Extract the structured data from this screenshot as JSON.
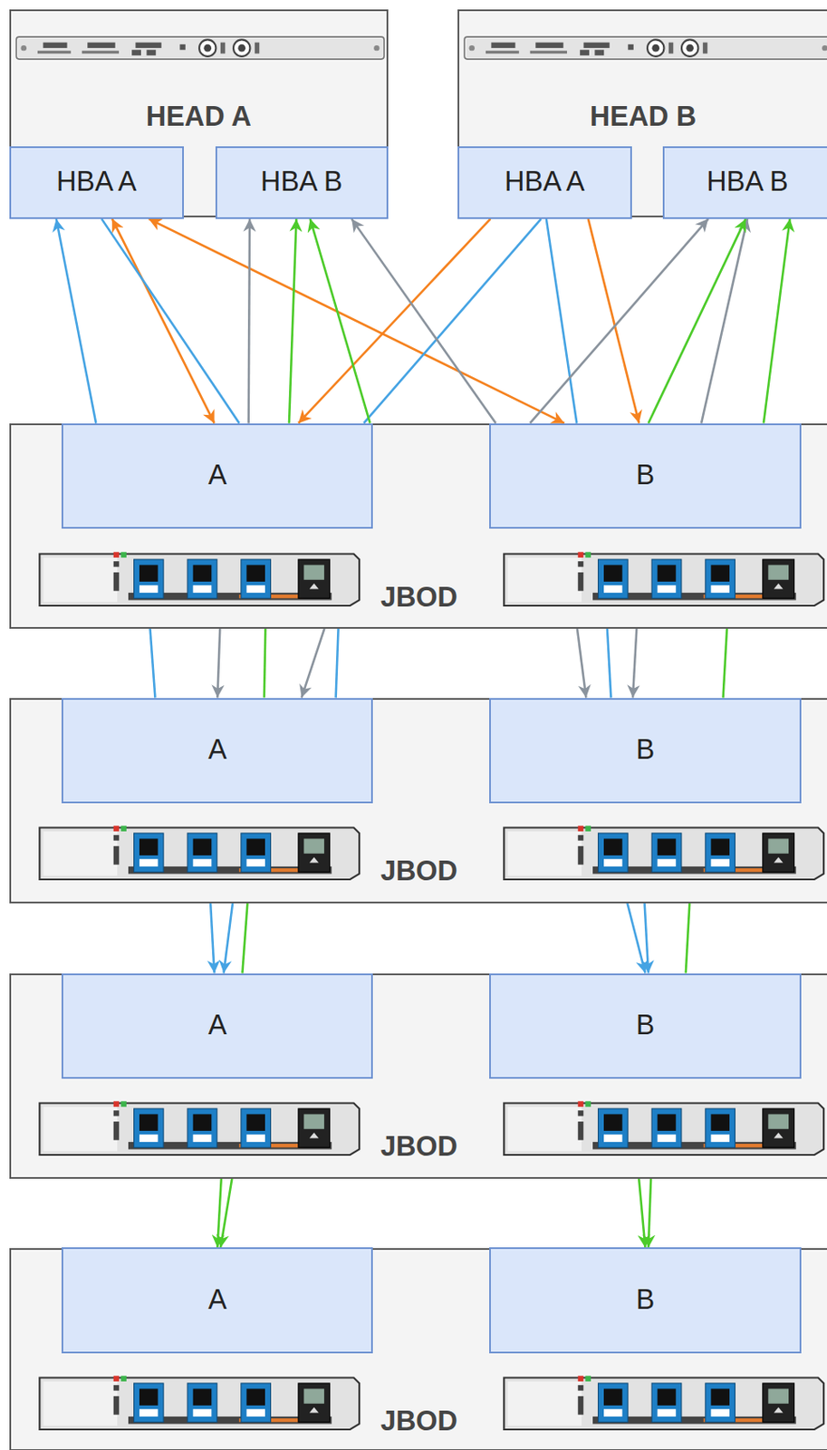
{
  "diagram": {
    "nodes": [
      {
        "text": [
          "HEAD A"
        ]
      },
      {
        "text": [
          "HBA A"
        ],
        "in": 0
      },
      {
        "text": [
          "HBA B"
        ],
        "in": 0
      },
      {
        "text": [
          "HEAD B"
        ]
      },
      {
        "text": [
          "HBA A"
        ],
        "in": 3
      },
      {
        "text": [
          "HBA B"
        ],
        "in": 3
      },
      {
        "text": [
          "JBOD"
        ]
      },
      {
        "text": [
          "A"
        ],
        "in": 6
      },
      {
        "text": [
          "B"
        ],
        "in": 6
      },
      {
        "text": [
          "JBOD"
        ]
      },
      {
        "text": [
          "A"
        ],
        "in": 9
      },
      {
        "text": [
          "B"
        ],
        "in": 9
      },
      {
        "text": [
          "JBOD"
        ]
      },
      {
        "text": [
          "A"
        ],
        "in": 12
      },
      {
        "text": [
          "B"
        ],
        "in": 12
      },
      {
        "text": [
          "JBOD"
        ]
      },
      {
        "text": [
          "A"
        ],
        "in": 15
      },
      {
        "text": [
          "B"
        ],
        "in": 15
      }
    ],
    "edges": [
      {
        "from": 7,
        "to": 1,
        "arrow": "to"
      },
      {
        "from": 1,
        "to": 7,
        "arrow": "both"
      },
      {
        "from": 1,
        "to": 8,
        "arrow": "both"
      },
      {
        "from": 4,
        "to": 7,
        "arrow": "to"
      },
      {
        "from": 4,
        "to": 8,
        "arrow": "to"
      },
      {
        "from": 4,
        "to": 7,
        "arrow": "none"
      },
      {
        "from": 4,
        "to": 8,
        "arrow": "none"
      },
      {
        "from": 1,
        "to": 7,
        "arrow": "none"
      },
      {
        "from": 7,
        "to": 2,
        "arrow": "to"
      },
      {
        "from": 8,
        "to": 2,
        "arrow": "to"
      },
      {
        "from": 8,
        "to": 5,
        "arrow": "to"
      },
      {
        "from": 8,
        "to": 5,
        "arrow": "to"
      },
      {
        "from": 7,
        "to": 2,
        "arrow": "to"
      },
      {
        "from": 7,
        "to": 2,
        "arrow": "to"
      },
      {
        "from": 8,
        "to": 5,
        "arrow": "to"
      },
      {
        "from": 8,
        "to": 5,
        "arrow": "to"
      },
      {
        "from": 7,
        "to": 10,
        "arrow": "to"
      },
      {
        "from": 7,
        "to": 10,
        "arrow": "to"
      },
      {
        "from": 8,
        "to": 11,
        "arrow": "to"
      },
      {
        "from": 8,
        "to": 11,
        "arrow": "to"
      },
      {
        "from": 7,
        "to": 10,
        "arrow": "none"
      },
      {
        "from": 7,
        "to": 10,
        "arrow": "none"
      },
      {
        "from": 8,
        "to": 11,
        "arrow": "none"
      },
      {
        "from": 7,
        "to": 10,
        "arrow": "none"
      },
      {
        "from": 8,
        "to": 11,
        "arrow": "none"
      },
      {
        "from": 10,
        "to": 13,
        "arrow": "to"
      },
      {
        "from": 10,
        "to": 13,
        "arrow": "to"
      },
      {
        "from": 10,
        "to": 13,
        "arrow": "none"
      },
      {
        "from": 11,
        "to": 14,
        "arrow": "to"
      },
      {
        "from": 11,
        "to": 14,
        "arrow": "to"
      },
      {
        "from": 11,
        "to": 14,
        "arrow": "none"
      },
      {
        "from": 13,
        "to": 16,
        "arrow": "to"
      },
      {
        "from": 13,
        "to": 16,
        "arrow": "to"
      },
      {
        "from": 14,
        "to": 17,
        "arrow": "to"
      },
      {
        "from": 14,
        "to": 17,
        "arrow": "to"
      }
    ]
  }
}
